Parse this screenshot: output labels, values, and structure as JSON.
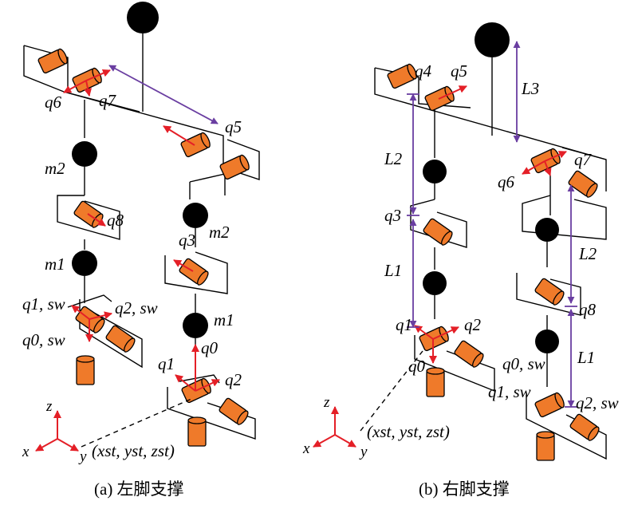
{
  "captions": {
    "left": "(a) 左脚支撑",
    "right": "(b) 右脚支撑"
  },
  "colors": {
    "motor_fill": "#ef7a2a",
    "motor_stroke": "#000000",
    "arrow_red": "#e41f27",
    "dim_purple": "#6a3ea1",
    "mass_black": "#000000"
  },
  "left_figure": {
    "labels": {
      "q6": "q6",
      "q7": "q7",
      "q5": "q5",
      "m2_left": "m2",
      "m1_left": "m1",
      "q8": "q8",
      "q1sw": "q1, sw",
      "q2sw": "q2, sw",
      "q0sw": "q0, sw",
      "q3": "q3",
      "m2_right": "m2",
      "m1_right": "m1",
      "q0": "q0",
      "q1": "q1",
      "q2": "q2"
    },
    "axes": {
      "x": "x",
      "y": "y",
      "z": "z",
      "origin": "(xst, yst, zst)"
    }
  },
  "right_figure": {
    "labels": {
      "q4": "q4",
      "q5": "q5",
      "L3": "L3",
      "L2_left": "L2",
      "q6": "q6",
      "q7": "q7",
      "q3": "q3",
      "L1_left": "L1",
      "L2_right": "L2",
      "q8": "q8",
      "q1": "q1",
      "q2": "q2",
      "q0": "q0",
      "q0sw": "q0, sw",
      "L1_right": "L1",
      "q1sw": "q1, sw",
      "q2sw": "q2, sw"
    },
    "axes": {
      "x": "x",
      "y": "y",
      "z": "z",
      "origin": "(xst, yst, zst)"
    }
  }
}
